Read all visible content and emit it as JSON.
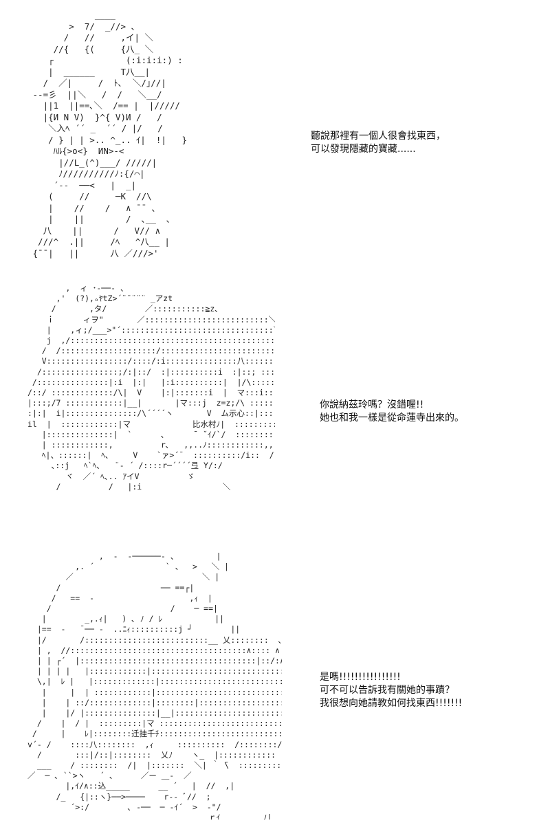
{
  "panels": [
    {
      "art": "             ____\n        >  7/  _//> 、\n       /   //     ,イ| ＼\n     //{   {(     {八_ ＼\n    ┌              (:i:i:i:) :\n    |  ______     T八__|\n   /  ／|     /  ﾄ､  ＼/｣//|\n --=彡  ||＼   /  /   ＼__/\n   ||1  ||==､＼  /== |  |/////\n   |{И N V)  }^{ V)И /   /\n    ＼入ﾍ ´´ _  ´´ / |/   /\n    / } | | >.. ^_.. ｲ|  !|   }\n     ﾊﾙ{>o<}  ИN>-<\n      |//L_(^)___/ /////|\n      ﾉ//////////ﾉ:{/⌒|\n     ´--  ──<   |  _|\n    (     //     ─K  //\\\n    |    //    /   ∧ ¯¯ ､\n    |    ||        /  ､__  ､\n   八    ||      /   V// ∧\n  ///^  .||     /ﾍ   ^八__ |\n {¯¯|   ||      八 ／///>'",
      "lines": [
        "聽說那裡有一個人很會找東西，",
        "可以發現隱藏的寶藏......"
      ]
    },
    {
      "art": "        ,  ィ ･-──- 、\n      ,'  (?)‚ₒﾔtZ>´¨¨¨¨¨ _アzt\n     /       ,タ/        ／:::::::::::≧z､\n    ｉ      ィヲ\"       ／::::::::::::::::::::::::::＼\n    |    ,ィ;/___>\"´::::::::::::::::::::::::::::::::＼\n    j  ,/:::::::::::::::::::::::::::::::::::::::::::::::::::::＼\n   /  /::::::::::::::::::::/::::::::::::::::::::::::::::::::::::::::∧\n   V:::::::::::::::::/::::/:i:::::::::::::::八::::::::::::::::::::::::::/\\\n  /::::::::::::::::;/:|::/  :|::::::::::i  :|::; ::::::::::::::::::::::::\n /:::::::::::::::|:i  |:|   |:i::::::::::|  |/\\::::::::::::::::::::::::::\n/::/ :::::::::::::/\\|  V    |:|:::::::i  |  マ:::i:::::::::::::::::::::::::\n|:::;/7 ::::::::::::|__|       |マ:::j  z=z;/\\ ::::::::::::::::::::::::|\n:|:|  i|:::::::::::::::/\\´´´´ヽ       V  ム示心::|::::::::::::::::::::::::|:  i|\nil  |  ::::::::::::|マ             比水村ﾉ|  ::::::::::::::::::::::::::ﾊ:: ::|\n   |::::::::::::::|  `      ､      ¯ ˘ｲ/`/  :::::::::::::::::::::j.  ﾍi\n   | ::::::::::::,          r､   ,,..ﾉ::::::::::::,,  /|/\n   ﾍ|、::::::|  ﾍ､     V    `ァ>´¯  ::::::::::/i::  /\n     ､::j   ﾍ`ﾍ､   ¨‐ ´ /::::r─´´´´弖 Y/:/\n        ヾ  ／´ ﾍ､.. ｱイV          ゞ\n      /          /   |:i                 ＼",
      "lines": [
        "你說納茲玲嗎？沒錯喔!!",
        "她也和我一樣是從命蓮寺出來的。"
      ]
    },
    {
      "art": "               ,  -  -──────- 、        |\n          ,. ´               ` 、  >   ＼ |\n        ／                           ＼ |\n      /                     ── ==┌|\n     /   ==  -                    ,ｨ  |\n    /                         /    ─ ==|\n   |        _,.ｨ|   ) ､ ﾉ / ﾚ           ||\n  |==  -   ¯── -  ..ﾆｨ::::::::::j ┘        ||\n  |/       /::::::::::::::::::::::::::__ 乂::::::::  ､  |\n  | ,  //:::::::::::::::::::::::::::::::::::::∧:::: ∧ ／ ::⌒ ヘ\n  | | ┌´  |:::::::::::::::::::::::::::::::::::::|::/:∧:::::::::::/::::|\n  | | | |   |::::::::::::|::::::::::::::::::::::::::::::ﾚ:::  ∨:/:::::|\n  \\,|  ﾚ |   |:::::::::::::|::::::::::::::::::::::::::::::::::ﾉ::::  ∨::::::|\n   |     |  | ::::::::::::|::::::::::::::::::::::::::::::::i:::|:::::::::::∧\n   |    | ::/:::::::::::::|::::::::|:::::::::::::::::::::::エ于芋彡:::::|::|\\\n   |    |/ |:::::::::::::::|__|:::::::::::::::::::::::::::::::::::::::::::::|:::|:::\n  /    |  / |  :::::::::|マ ::::::::::::::::::::::::::::|rんﾍ|::::::  レ乂\n /     |    ﾚ|::::::::迁挂千ﾁ::::::::::::::::::::::::::::|  ﾋ:ﾘ|:::::::  |::::\nv´- /    ::::八::::::::  ,ｨ     ::::::::::  /::::::::/::::::::|::::\n  /       :::|/::|::::::::  乂ﾉ    ヽ_  |:::::::::::: |::\n  ___    / ::::::::  /|  |:::::::  ＼| ｀ ̄\\  ::::::::::  ┐ \n／  ─ ､ ``>ヽ   ´ 、     ／ー ＿-  ／ \n        |,ｲ/∧::込_____      __ ´   |  //  ,|\n      /_   {|::ヽ}──>────    r-‐ ﾞ//  ;\n         ´>:/        ､ -──  ─ ‐ｲ´  >  -\"/\n                                      ｒｲ         ﾉ|",
      "lines": [
        "是嗎!!!!!!!!!!!!!!!!",
        "可不可以告訴我有關她的事蹟？",
        "我很想向她請教如何找東西!!!!!!!"
      ]
    }
  ]
}
